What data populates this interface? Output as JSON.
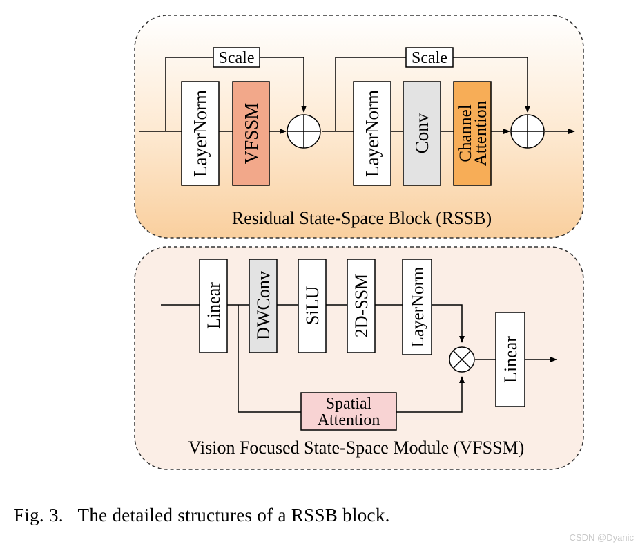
{
  "rssb": {
    "title": "Residual State-Space Block (RSSB)",
    "scale_1": "Scale",
    "scale_2": "Scale",
    "blocks": {
      "layernorm_1": "LayerNorm",
      "vfssm": "VFSSM",
      "layernorm_2": "LayerNorm",
      "conv": "Conv",
      "channel_attention_line1": "Channel",
      "channel_attention_line2": "Attention"
    }
  },
  "vfssm": {
    "title": "Vision Focused State-Space Module (VFSSM)",
    "blocks": {
      "linear_1": "Linear",
      "dwconv": "DWConv",
      "silu": "SiLU",
      "ssm2d": "2D-SSM",
      "layernorm": "LayerNorm",
      "linear_2": "Linear",
      "spatial_attention_line1": "Spatial",
      "spatial_attention_line2": "Attention"
    }
  },
  "colors": {
    "rssb_gradient_top": "#ffffff",
    "rssb_gradient_bottom": "#f9cf9e",
    "vfssm_background": "#fbeee6",
    "vfssm_block_fill": "#f2a88a",
    "conv_fill": "#e3e3e3",
    "channel_attention_fill": "#f7ad57",
    "dwconv_fill": "#e3e3e3",
    "spatial_attention_fill": "#f8d3d3"
  },
  "caption": "Fig. 3.   The detailed structures of a RSSB block.",
  "watermark": "CSDN @Dyanic"
}
